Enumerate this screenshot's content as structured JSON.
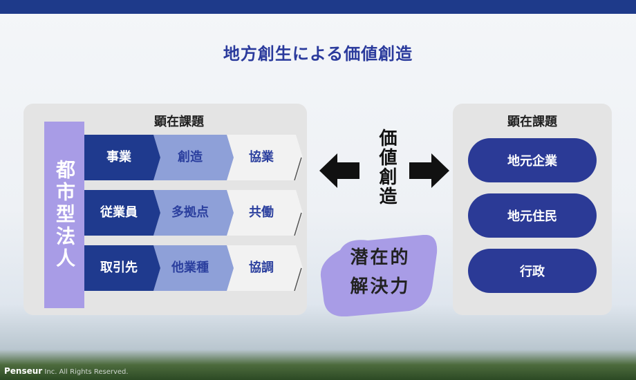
{
  "title": "地方創生による価値創造",
  "left_panel": {
    "heading": "顕在課題",
    "vertical_label": "都市型法人",
    "rows": [
      {
        "a": "事業",
        "b": "創造",
        "c": "協業"
      },
      {
        "a": "従業員",
        "b": "多拠点",
        "c": "共働"
      },
      {
        "a": "取引先",
        "b": "他業種",
        "c": "協調"
      }
    ]
  },
  "center": {
    "vertical_label": "価値創造",
    "blob_line1": "潜在的",
    "blob_line2": "解決力"
  },
  "right_panel": {
    "heading": "顕在課題",
    "items": [
      "地元企業",
      "地元住民",
      "行政"
    ]
  },
  "footer": {
    "brand": "Penseur",
    "rest": "Inc. All Rights Reserved."
  },
  "colors": {
    "dark_navy": "#1f3a8e",
    "mid_blue": "#8ea0d8",
    "light_gray": "#f2f2f2",
    "lavender": "#a89ce6",
    "pill_blue": "#2b3a96"
  }
}
